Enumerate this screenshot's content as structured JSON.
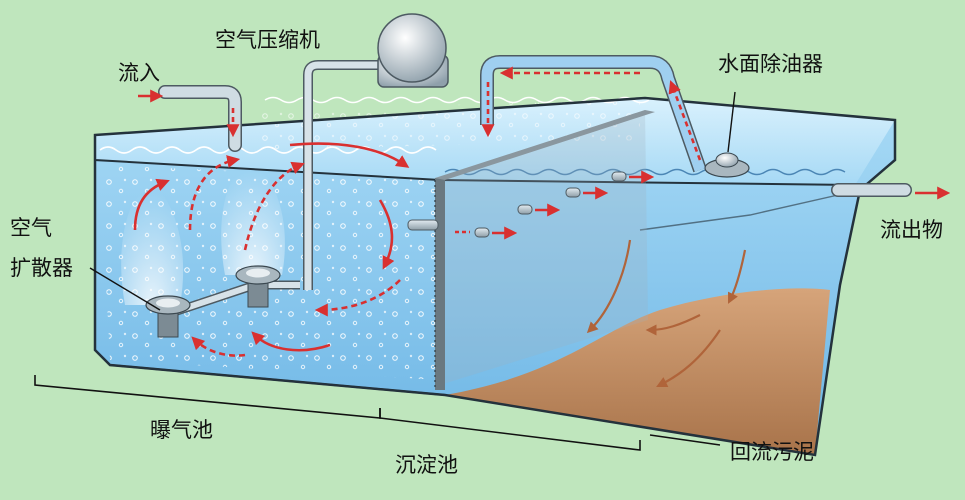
{
  "labels": {
    "inflow": "流入",
    "air_compressor": "空气压缩机",
    "skimmer": "水面除油器",
    "air_line1": "空气",
    "air_line2": "扩散器",
    "outflow": "流出物",
    "aeration_tank": "曝气池",
    "settling_tank": "沉淀池",
    "return_sludge": "回流污泥"
  },
  "colors": {
    "background": "#bfe6bd",
    "water": "#8fcdf0",
    "water_deep": "#6fb6e4",
    "sludge": "#c9956a",
    "arrow": "#d93030",
    "pipe": "#b7c4cc"
  }
}
